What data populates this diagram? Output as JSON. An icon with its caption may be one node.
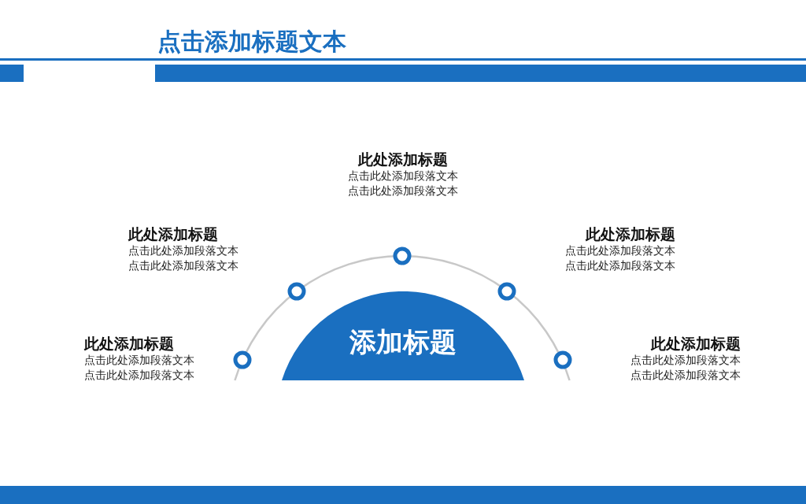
{
  "diagram": {
    "title": "点击添加标题文本",
    "nodes": [
      {
        "text": [
          "此处添加标题",
          "点击此处添加段落文本",
          "点击此处添加段落文本"
        ]
      },
      {
        "text": [
          "此处添加标题",
          "点击此处添加段落文本",
          "点击此处添加段落文本"
        ]
      },
      {
        "text": [
          "此处添加标题",
          "点击此处添加段落文本",
          "点击此处添加段落文本"
        ]
      },
      {
        "text": [
          "此处添加标题",
          "点击此处添加段落文本",
          "点击此处添加段落文本"
        ]
      },
      {
        "text": [
          "添加标题"
        ]
      },
      {
        "text": [
          "此处添加标题",
          "点击此处添加段落文本",
          "点击此处添加段落文本"
        ]
      }
    ]
  }
}
